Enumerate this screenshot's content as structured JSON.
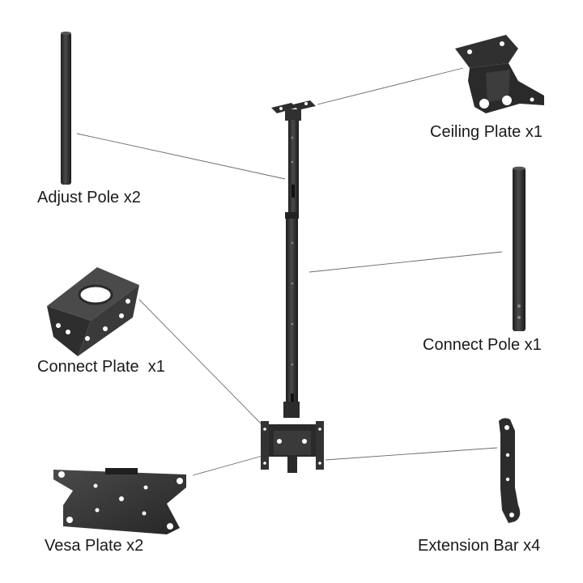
{
  "parts": [
    {
      "id": "adjust-pole",
      "label": "Adjust Pole x2"
    },
    {
      "id": "ceiling-plate",
      "label": "Ceiling Plate x1"
    },
    {
      "id": "connect-pole",
      "label": "Connect Pole x1"
    },
    {
      "id": "connect-plate",
      "label": "Connect Plate  x1"
    },
    {
      "id": "vesa-plate",
      "label": "Vesa Plate x2"
    },
    {
      "id": "extension-bar",
      "label": "Extension Bar x4"
    }
  ],
  "colors": {
    "metal_dark": "#2b2b2b",
    "metal_mid": "#3c3c3c",
    "metal_light": "#5a5a5a",
    "leader_line": "#6b6b6b",
    "text": "#1a1a1a",
    "background": "#ffffff"
  }
}
